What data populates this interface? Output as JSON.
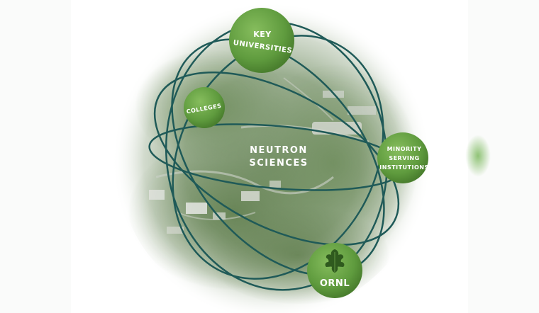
{
  "center": {
    "line1": "NEUTRON",
    "line2": "SCIENCES"
  },
  "nodes": {
    "key_universities": {
      "line1": "KEY",
      "line2": "UNIVERSITIES"
    },
    "colleges": {
      "line1": "COLLEGES"
    },
    "minority": {
      "line1": "MINORITY",
      "line2": "SERVING",
      "line3": "INSTITUTIONS"
    },
    "ornl": {
      "line1": "ORNL"
    }
  },
  "colors": {
    "orbit": "#1f5a58",
    "node_fill": "#5f9b3e",
    "node_light": "#86bd5d",
    "leaf": "#2f5a1e"
  }
}
